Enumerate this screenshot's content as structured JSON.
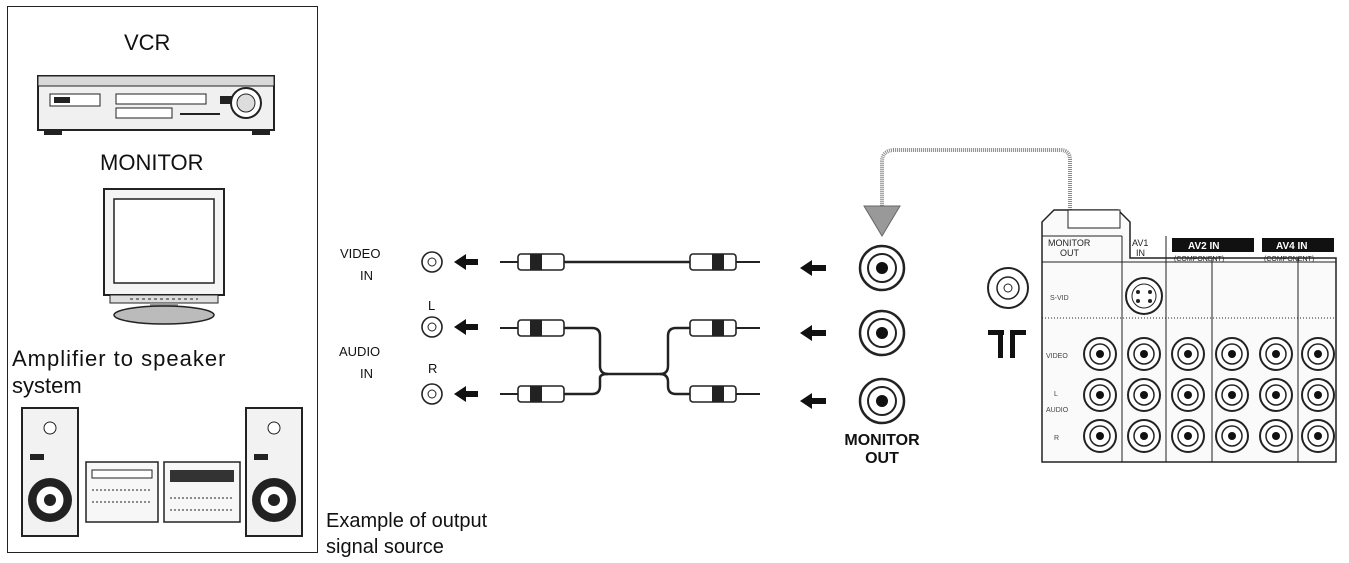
{
  "device_box": {
    "vcr_label": "VCR",
    "monitor_label": "MONITOR",
    "amp_label_line1": "Amplifier to speaker",
    "amp_label_line2": "system"
  },
  "caption": {
    "line1": "Example of output",
    "line2": "signal source"
  },
  "inputs": {
    "video_in_line1": "VIDEO",
    "video_in_line2": "IN",
    "audio_in_line1": "AUDIO",
    "audio_in_line2": "IN",
    "left": "L",
    "right": "R"
  },
  "monitor_out": {
    "line1": "MONITOR",
    "line2": "OUT"
  },
  "panel": {
    "monitor_out_line1": "MONITOR",
    "monitor_out_line2": "OUT",
    "av1_line1": "AV1",
    "av1_line2": "IN",
    "av2_label": "AV2 IN",
    "av2_sub": "(COMPONENT)",
    "av4_label": "AV4 IN",
    "av4_sub": "(COMPONENT)",
    "row_s": "S-VID",
    "row_video": "VIDEO",
    "row_l": "L",
    "row_audio": "AUDIO",
    "row_r": "R"
  }
}
